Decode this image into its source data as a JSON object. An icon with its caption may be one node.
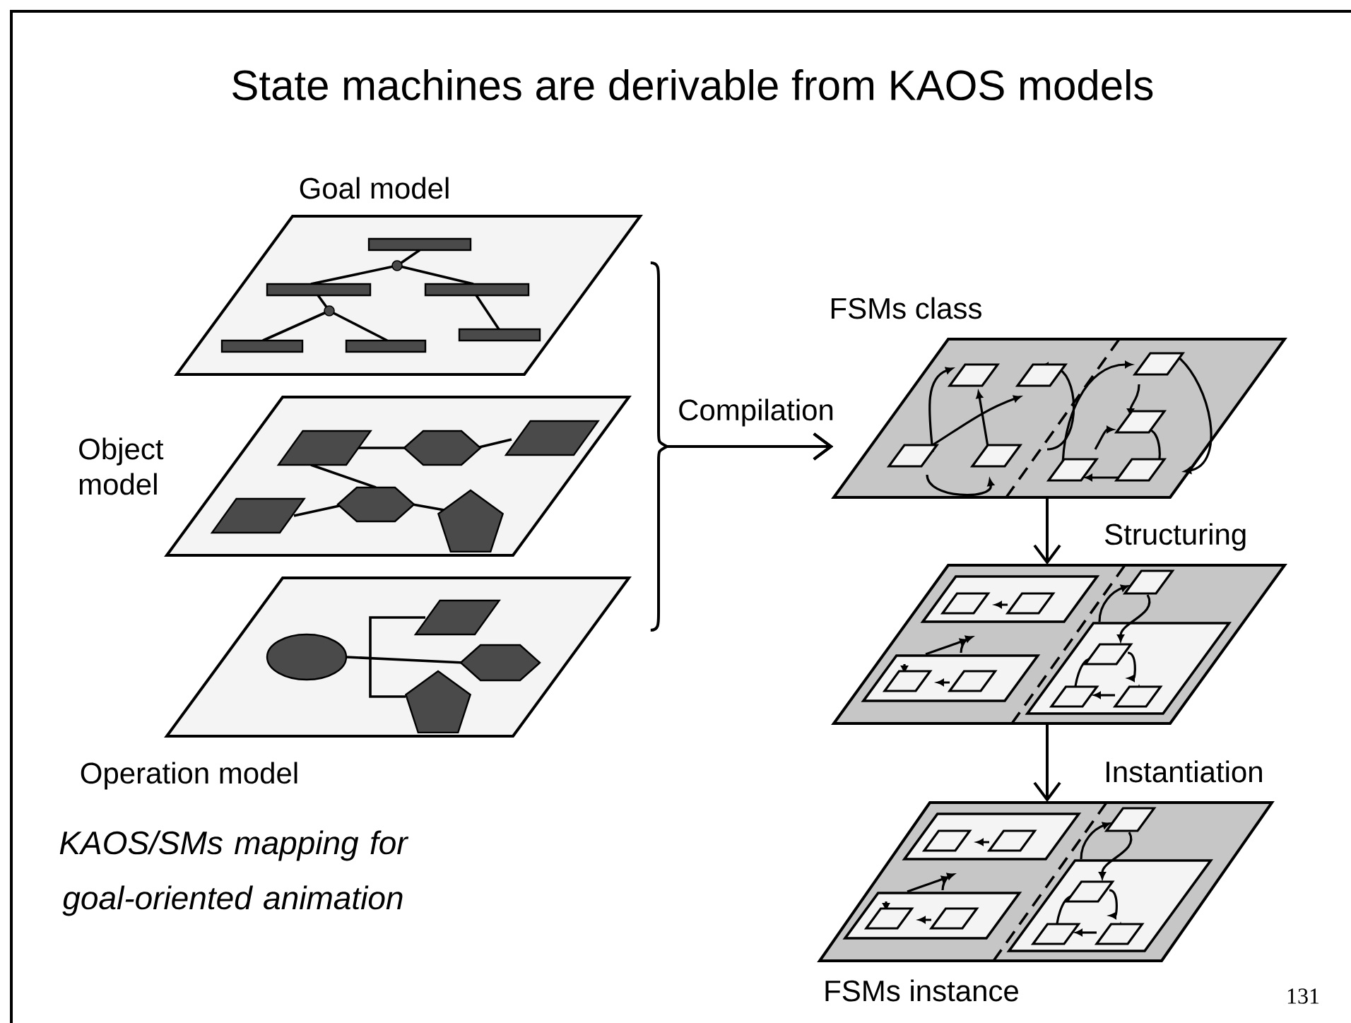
{
  "diagram": {
    "title": "State machines are derivable from KAOS models",
    "caption": "KAOS/SMs mapping for goal-oriented animation",
    "nodes": [
      {
        "text": [
          "Goal model"
        ]
      },
      {
        "text": [
          "Object model"
        ]
      },
      {
        "text": [
          "Operation model"
        ]
      },
      {
        "text": [
          "FSMs class"
        ]
      },
      {
        "text": [],
        "shape": "box"
      },
      {
        "text": [
          "FSMs instance"
        ]
      }
    ],
    "edges": [
      {
        "from": 0,
        "to": 3,
        "arrow": "to"
      },
      {
        "from": 1,
        "to": 3,
        "arrow": "to",
        "label": "Compilation"
      },
      {
        "from": 2,
        "to": 3,
        "arrow": "to"
      },
      {
        "from": 3,
        "to": 4,
        "arrow": "to",
        "label": "Structuring"
      },
      {
        "from": 4,
        "to": 5,
        "arrow": "to",
        "label": "Instantiation"
      }
    ],
    "labels": [
      "131"
    ]
  }
}
